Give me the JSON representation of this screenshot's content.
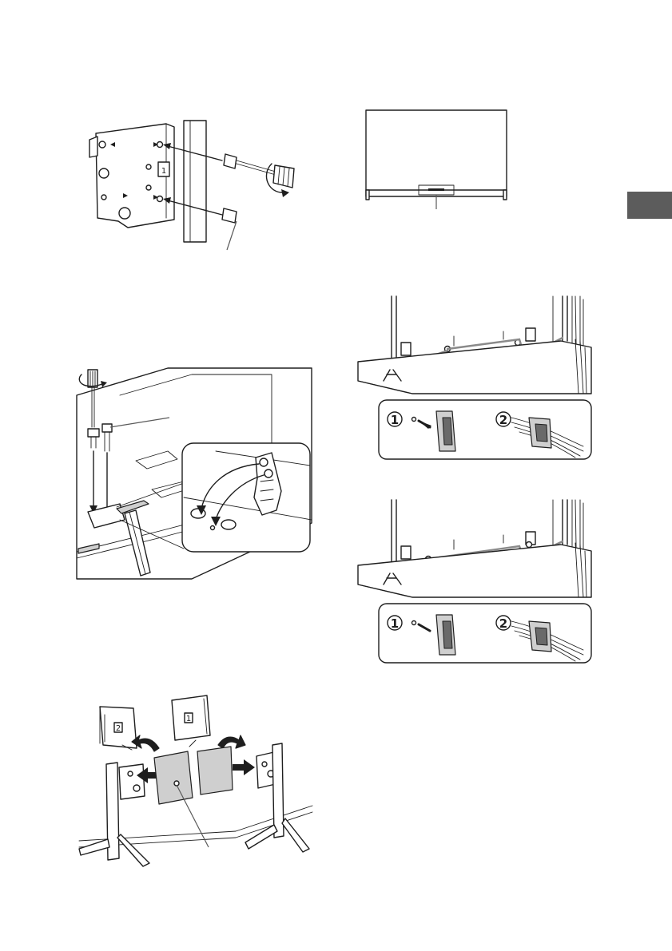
{
  "page": {
    "section_tab_color": "#5c5c5c"
  },
  "figures": {
    "bracket_screw": {
      "panel_number": "1"
    },
    "tv_front": {},
    "stand_screw": {},
    "cable_clamp_a": {
      "step_labels": [
        "1",
        "2"
      ]
    },
    "cable_clamp_b": {
      "step_labels": [
        "1",
        "2"
      ]
    },
    "stand_covers": {
      "panel_numbers": [
        "2",
        "1"
      ]
    }
  }
}
